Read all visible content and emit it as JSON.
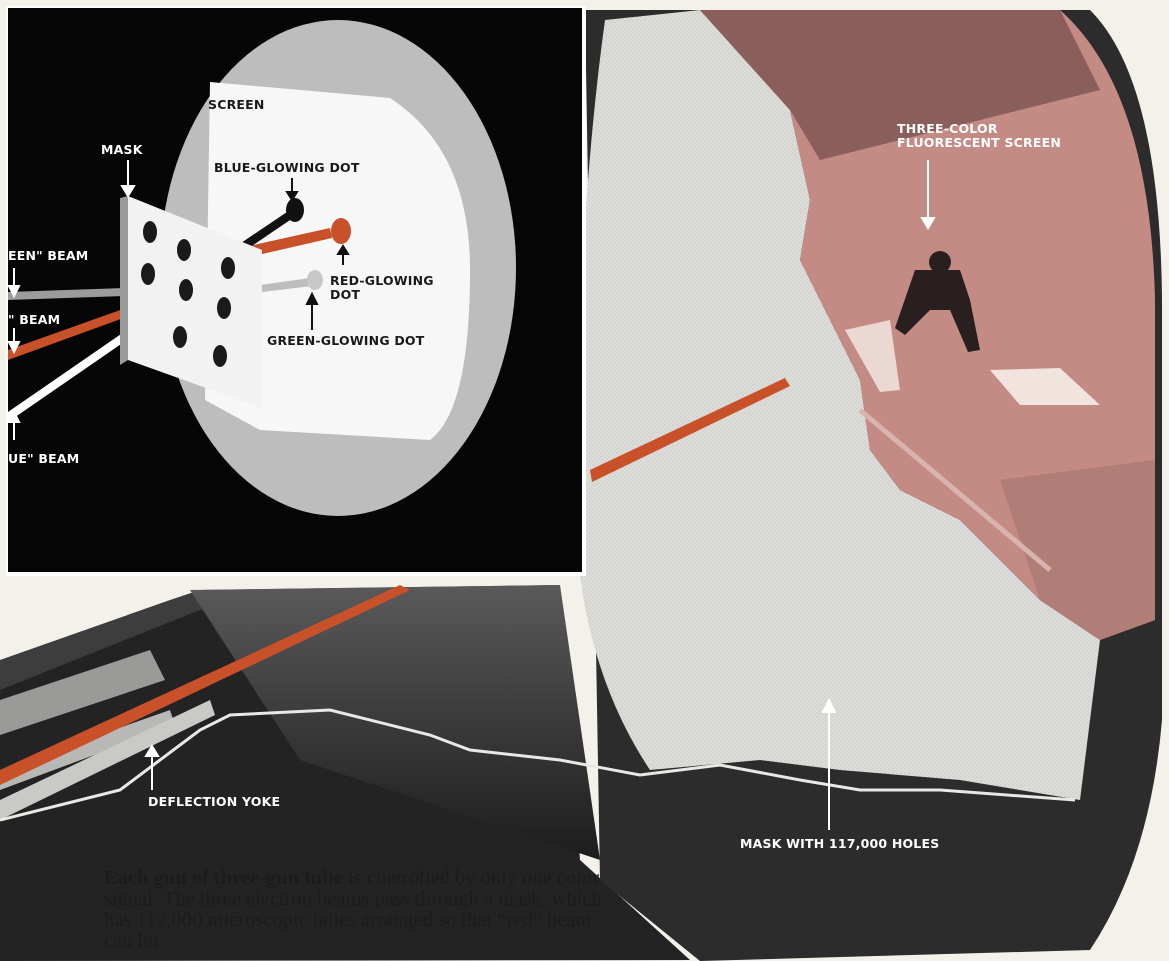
{
  "labels": {
    "screen": "SCREEN",
    "mask": "MASK",
    "blue_dot": "BLUE-GLOWING DOT",
    "red_dot_line1": "RED-GLOWING",
    "red_dot_line2": "DOT",
    "green_dot": "GREEN-GLOWING DOT",
    "green_beam": "EEN\" BEAM",
    "red_beam": "\" BEAM",
    "blue_beam": "UE\" BEAM",
    "fluorescent_line1": "THREE-COLOR",
    "fluorescent_line2": "FLUORESCENT SCREEN",
    "deflection_yoke": "DEFLECTION YOKE",
    "mask_holes": "MASK WITH 117,000 HOLES"
  },
  "caption": {
    "bold": "Each gun of three-gun tube",
    "text": " is controlled by only one color signal. The three electron beams pass through a mask, which has 117,000 microscopic holes arranged so that “red” beam can hit"
  },
  "colors": {
    "red_beam": "#c9512a",
    "tube_body": "#2b2b2b",
    "screen_pink": "#c98a83",
    "inset_bg": "#060606"
  }
}
